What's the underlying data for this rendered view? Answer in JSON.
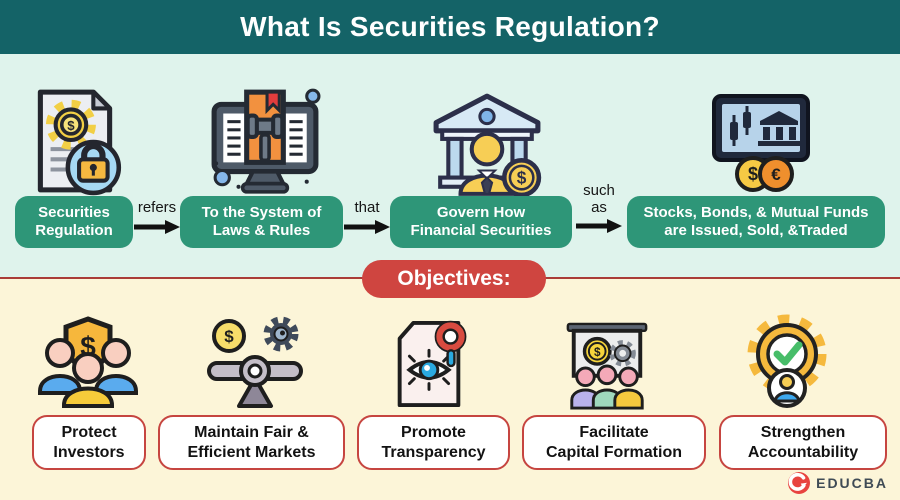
{
  "header": {
    "title": "What Is Securities Regulation?"
  },
  "flow": {
    "steps": [
      {
        "icon": "document-lock-icon",
        "line1": "Securities",
        "line2": "Regulation"
      },
      {
        "icon": "computer-gavel-icon",
        "line1": "To the System of",
        "line2": "Laws & Rules"
      },
      {
        "icon": "bank-officer-icon",
        "line1": "Govern How",
        "line2": "Financial Securities"
      },
      {
        "icon": "trading-screen-icon",
        "line1": "Stocks, Bonds, & Mutual Funds",
        "line2": "are Issued, Sold, &Traded"
      }
    ],
    "connectors": [
      {
        "text": "refers"
      },
      {
        "text": "that"
      },
      {
        "text": "such as"
      }
    ]
  },
  "objectives": {
    "heading": "Objectives:",
    "items": [
      {
        "icon": "investors-shield-icon",
        "line1": "Protect",
        "line2": "Investors"
      },
      {
        "icon": "balance-scale-icon",
        "line1": "Maintain Fair &",
        "line2": "Efficient Markets"
      },
      {
        "icon": "eye-document-icon",
        "line1": "Promote",
        "line2": "Transparency"
      },
      {
        "icon": "presentation-team-icon",
        "line1": "Facilitate",
        "line2": "Capital Formation"
      },
      {
        "icon": "gear-check-icon",
        "line1": "Strengthen",
        "line2": "Accountability"
      }
    ]
  },
  "footer": {
    "brand": "EDUCBA"
  },
  "colors": {
    "header_bg": "#146367",
    "flow_bg": "#dff3ec",
    "pill_green": "#2e9678",
    "objectives_bg": "#fcf5d8",
    "accent_red": "#cf4540",
    "divider_red": "#aa3c38"
  }
}
